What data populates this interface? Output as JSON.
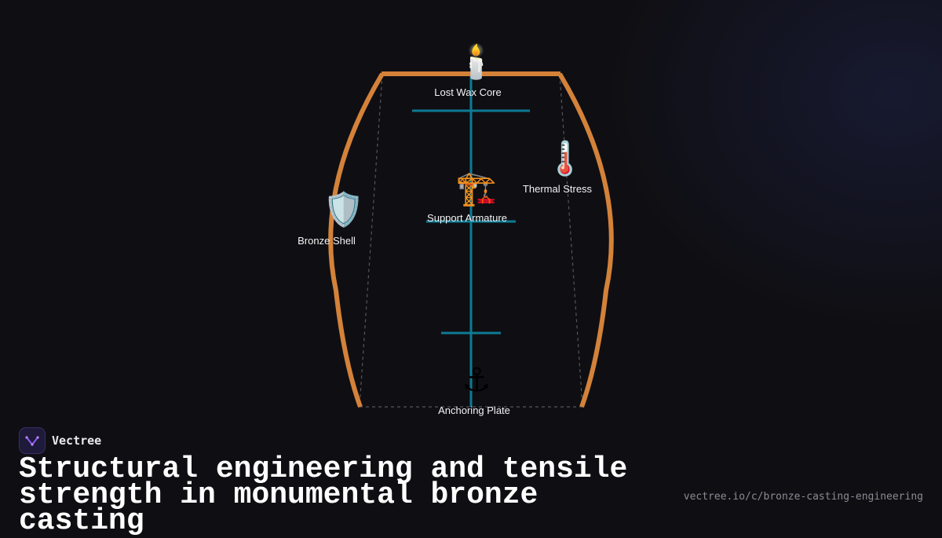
{
  "diagram": {
    "nodes": [
      {
        "id": "lost-wax-core",
        "label": "Lost Wax Core",
        "icon": "candle-icon",
        "emoji": "🕯️"
      },
      {
        "id": "thermal-stress",
        "label": "Thermal Stress",
        "icon": "thermometer-icon",
        "emoji": "🌡️"
      },
      {
        "id": "support-armature",
        "label": "Support Armature",
        "icon": "crane-icon",
        "emoji": "🏗️"
      },
      {
        "id": "bronze-shell",
        "label": "Bronze Shell",
        "icon": "shield-icon",
        "emoji": "🛡️"
      },
      {
        "id": "anchoring-plate",
        "label": "Anchoring Plate",
        "icon": "anchor-icon",
        "emoji": "⚓"
      }
    ],
    "colors": {
      "shell": "#d4823a",
      "armature": "#0e7a93",
      "guide": "#55555c"
    }
  },
  "brand": {
    "name": "Vectree",
    "logo_icon": "vectree-logo-icon"
  },
  "footer": {
    "title": "Structural engineering and tensile strength in monumental bronze casting",
    "url": "vectree.io/c/bronze-casting-engineering"
  }
}
